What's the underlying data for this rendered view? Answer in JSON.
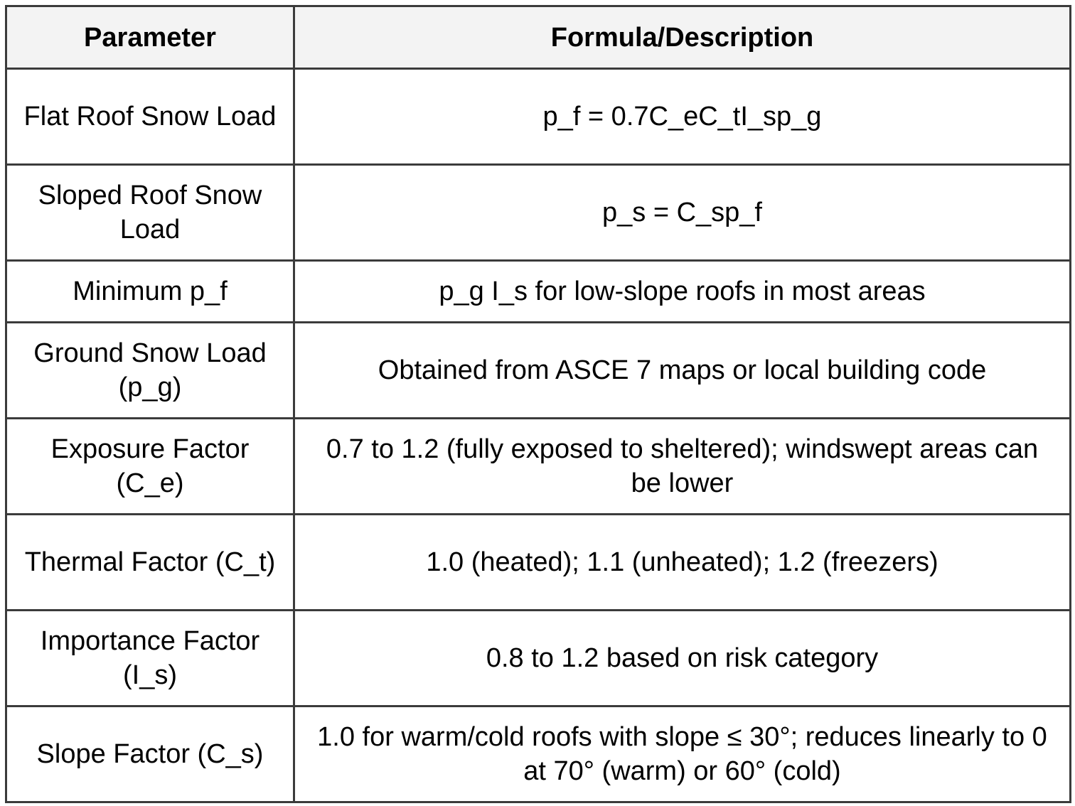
{
  "table": {
    "headers": [
      "Parameter",
      "Formula/Description"
    ],
    "rows": [
      {
        "parameter": "Flat Roof Snow Load",
        "description": "p_f = 0.7C_eC_tI_sp_g"
      },
      {
        "parameter": "Sloped Roof Snow Load",
        "description": "p_s = C_sp_f"
      },
      {
        "parameter": "Minimum p_f",
        "description": "p_g I_s for low-slope roofs in most areas"
      },
      {
        "parameter": "Ground Snow Load (p_g)",
        "description": "Obtained from ASCE 7 maps or local building code"
      },
      {
        "parameter": "Exposure Factor (C_e)",
        "description": "0.7 to 1.2 (fully exposed to sheltered); windswept areas can be lower"
      },
      {
        "parameter": "Thermal Factor (C_t)",
        "description": "1.0 (heated); 1.1 (unheated); 1.2 (freezers)"
      },
      {
        "parameter": "Importance Factor (I_s)",
        "description": "0.8 to 1.2 based on risk category"
      },
      {
        "parameter": "Slope Factor (C_s)",
        "description": "1.0 for warm/cold roofs with slope ≤ 30°; reduces linearly to 0 at 70° (warm) or 60° (cold)"
      }
    ]
  }
}
